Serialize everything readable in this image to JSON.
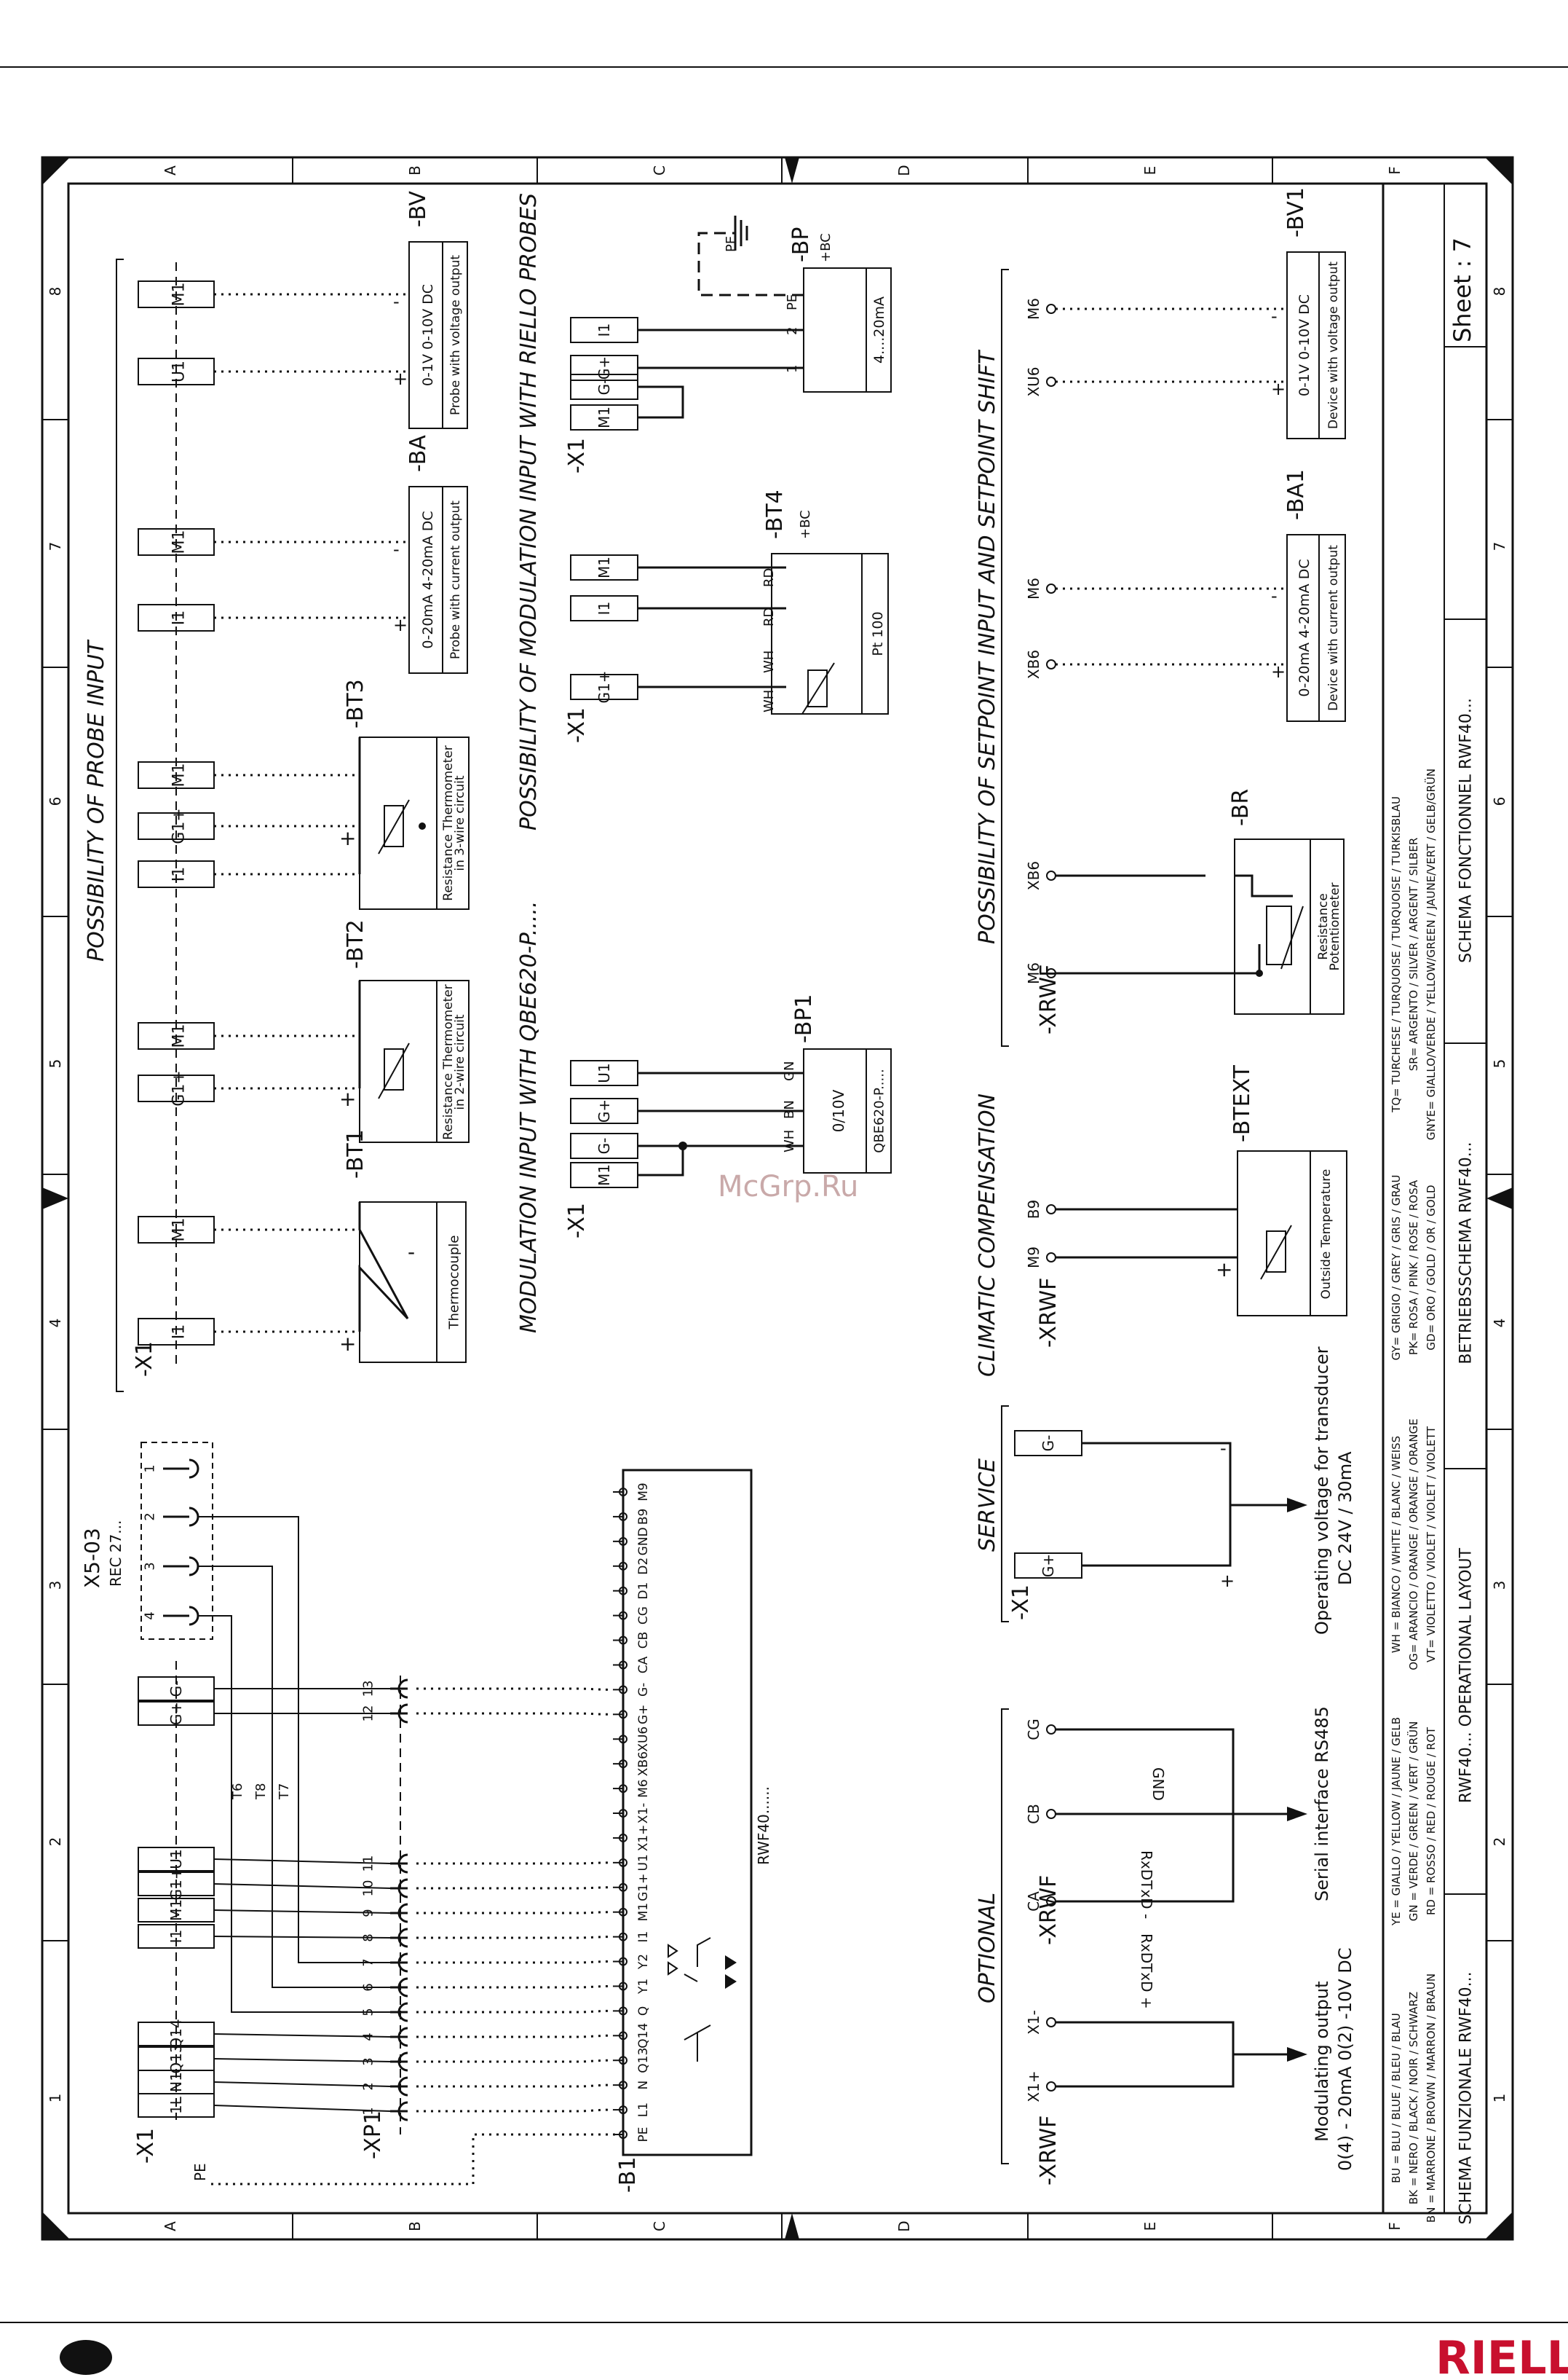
{
  "watermark": "McGrp.Ru",
  "brand": "RIELLO",
  "border": {
    "columns": [
      "A",
      "B",
      "C",
      "D",
      "E",
      "F"
    ],
    "rows": [
      "8",
      "7",
      "6",
      "5",
      "4",
      "3",
      "2",
      "1"
    ]
  },
  "titleblock": {
    "sheet": "Sheet : 7",
    "titles": [
      "SCHEMA FUNZIONALE RWF40...",
      "RWF40... OPERATIONAL LAYOUT",
      "BETRIEBSSCHEMA RWF40...",
      "SCHEMA FONCTIONNEL RWF40..."
    ],
    "colors_col1": [
      "BU = BLU / BLUE / BLEU / BLAU",
      "BK = NERO / BLACK / NOIR / SCHWARZ",
      "BN = MARRONE / BROWN / MARRON / BRAUN"
    ],
    "colors_col2": [
      "YE = GIALLO / YELLOW / JAUNE / GELB",
      "GN = VERDE / GREEN / VERT / GRÜN",
      "RD = ROSSO / RED / ROUGE / ROT"
    ],
    "colors_col3": [
      "WH = BIANCO / WHITE / BLANC / WEISS",
      "OG= ARANCIO / ORANGE / ORANGE / ORANGE",
      "VT= VIOLETTO / VIOLET / VIOLET / VIOLETT"
    ],
    "colors_col4": [
      "GY= GRIGIO / GREY / GRIS / GRAU",
      "PK= ROSA / PINK / ROSE / ROSA",
      "GD= ORO / GOLD / OR / GOLD"
    ],
    "colors_col5": [
      "TQ= TURCHESE / TURQUOISE / TURQUOISE / TURKISBLAU",
      "SR= ARGENTO / SILVER / ARGENT / SILBER",
      "GNYE= GIALLO/VERDE / YELLOW/GREEN / JAUNE/VERT / GELB/GRÜN"
    ]
  },
  "headings": {
    "probe": "POSSIBILITY OF PROBE INPUT",
    "riello": "POSSIBILITY OF MODULATION INPUT WITH RIELLO PROBES",
    "qbe": "MODULATION INPUT WITH QBE620-P.....",
    "setpoint": "POSSIBILITY OF SETPOINT INPUT AND SETPOINT SHIFT",
    "climatic": "CLIMATIC COMPENSATION",
    "service": "SERVICE",
    "optional": "OPTIONAL"
  },
  "labels": {
    "x1": "-X1",
    "xrwf": "-XRWF",
    "xp1": "-XP1",
    "b1": "-B1",
    "pe": "PE",
    "x503": "X5-03",
    "rec27": "REC 27...",
    "rwf40": "RWF40......",
    "t6": "T6",
    "t7": "T7",
    "t8": "T8",
    "gnd": "GND",
    "rxdtxd_minus": "RxDTxD -",
    "rxdtxd_plus": "RxDTxD +",
    "serial": "Serial interface RS485",
    "opvolt1": "Operating voltage for transducer",
    "opvolt2": "DC 24V / 30mA",
    "modout1": "Modulating output",
    "modout2": "0(4) - 20mA 0(2) -10V DC",
    "plus": "+",
    "minus": "-"
  },
  "probes": {
    "bt1": {
      "tag": "-BT1",
      "desc": "Thermocouple"
    },
    "bt2": {
      "tag": "-BT2",
      "desc1": "Resistance Thermometer",
      "desc2": "in 2-wire circuit"
    },
    "bt3": {
      "tag": "-BT3",
      "desc1": "Resistance Thermometer",
      "desc2": "in 3-wire circuit"
    },
    "ba": {
      "tag": "-BA",
      "range": "0-20mA 4-20mA DC",
      "desc": "Probe with current output"
    },
    "bv": {
      "tag": "-BV",
      "range": "0-1V 0-10V DC",
      "desc": "Probe with voltage output"
    },
    "bp1": {
      "tag": "-BP1",
      "range": "0/10V",
      "model": "QBE620-P.....",
      "wires": [
        "WH",
        "BN",
        "GN"
      ]
    },
    "bt4": {
      "tag": "-BT4",
      "sub": "+BC",
      "desc": "Pt 100",
      "wires": [
        "WH",
        "WH",
        "RD",
        "RD"
      ]
    },
    "bp": {
      "tag": "-BP",
      "sub": "+BC",
      "range": "4....20mA",
      "wires": [
        "1",
        "2",
        "PE"
      ],
      "pe": "PE"
    },
    "br": {
      "tag": "-BR",
      "desc1": "Resistance",
      "desc2": "Potentiometer"
    },
    "btext": {
      "tag": "-BTEXT",
      "desc": "Outside Temperature"
    },
    "ba1": {
      "tag": "-BA1",
      "range": "0-20mA 4-20mA DC",
      "desc": "Device with current output"
    },
    "bv1": {
      "tag": "-BV1",
      "range": "0-1V 0-10V DC",
      "desc": "Device with voltage output"
    }
  },
  "terminals": {
    "i1": "I1",
    "g1p": "G1+",
    "g1m": "G-",
    "gp": "G+",
    "m1": "M1",
    "u1": "U1",
    "l1": "1L",
    "n1": "N1",
    "q13": "Q13",
    "q14": "Q14",
    "m6": "M6",
    "xb6": "XB6",
    "xu6": "XU6",
    "b9": "B9",
    "m9": "M9",
    "cg": "CG",
    "cb": "CB",
    "ca": "CA",
    "x1p": "X1+",
    "x1m": "X1-",
    "x1_g1p": "G1+",
    "x1_gm": "G-",
    "x1_gp": "G+"
  },
  "xp1_pins": [
    "1",
    "2",
    "3",
    "4",
    "5",
    "6",
    "7",
    "8",
    "9",
    "10",
    "11",
    "12",
    "13"
  ],
  "x503_pins": [
    "1",
    "2",
    "3",
    "4"
  ],
  "b1_terminals": [
    "PE",
    "L1",
    "N",
    "Q13",
    "Q14",
    "Q",
    "Y1",
    "Y2",
    "I1",
    "M1",
    "G1+",
    "U1",
    "X1+",
    "X1-",
    "M6",
    "XB6",
    "XU6",
    "G+",
    "G-",
    "CA",
    "CB",
    "CG",
    "D1",
    "D2",
    "GND",
    "B9",
    "M9"
  ],
  "page_number": ""
}
